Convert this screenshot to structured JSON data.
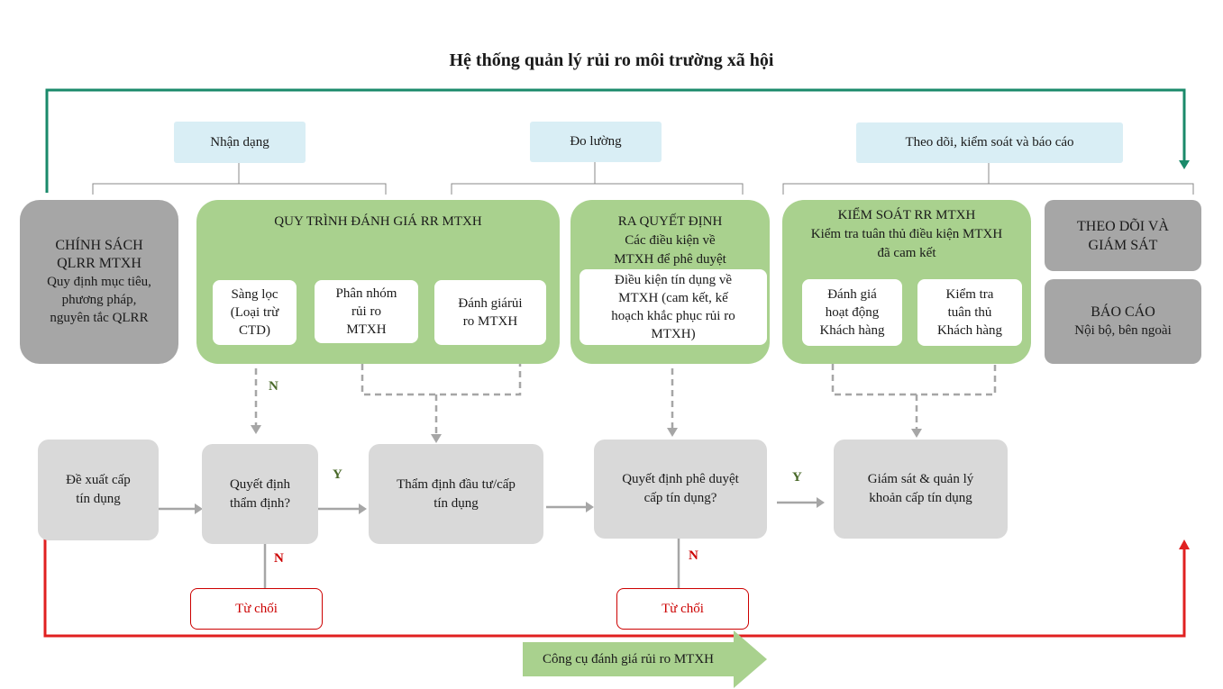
{
  "title": "Hệ thống quản lý rủi ro môi trường xã hội",
  "headers": {
    "identify": "Nhận dạng",
    "measure": "Đo lường",
    "monitor": "Theo dõi, kiểm soát và báo cáo"
  },
  "policy": {
    "line1": "CHÍNH SÁCH",
    "line2": "QLRR MTXH",
    "line3": "Quy định mục tiêu,",
    "line4": "phương pháp,",
    "line5": "nguyên tắc QLRR"
  },
  "assessment": {
    "title": "QUY TRÌNH ĐÁNH GIÁ RR MTXH",
    "screening": [
      "Sàng lọc",
      "(Loại trừ",
      "CTD)"
    ],
    "grouping": [
      "Phân nhóm",
      "rủi ro",
      "MTXH"
    ],
    "evaluate": [
      "Đánh giárủi",
      "ro MTXH"
    ]
  },
  "decision": {
    "title1": "RA QUYẾT ĐỊNH",
    "title2": "Các điều kiện về",
    "title3": "MTXH để phê duyệt",
    "conditions": [
      "Điều kiện tín dụng về",
      "MTXH (cam kết, kế",
      "hoạch khắc phục rủi ro",
      "MTXH)"
    ]
  },
  "control": {
    "title1": "KIỂM SOÁT RR MTXH",
    "title2": "Kiểm tra tuân thủ điều kiện MTXH",
    "title3": "đã cam kết",
    "evaluate_activity": [
      "Đánh giá",
      "hoạt động",
      "Khách hàng"
    ],
    "check_compliance": [
      "Kiểm tra",
      "tuân thủ",
      "Khách hàng"
    ]
  },
  "monitoring": {
    "line1": "THEO DÕI VÀ",
    "line2": "GIÁM SÁT"
  },
  "reporting": {
    "line1": "BÁO CÁO",
    "line2": "Nội bộ, bên ngoài"
  },
  "flow": {
    "proposal": [
      "Đề xuất cấp",
      "tín dụng"
    ],
    "appraise_decision": [
      "Quyết định",
      "thẩm định?"
    ],
    "appraisal": [
      "Thẩm định đầu tư/cấp",
      "tín dụng"
    ],
    "approve_decision": [
      "Quyết định phê duyệt",
      "cấp tín dụng?"
    ],
    "supervise": [
      "Giám sát & quản lý",
      "khoản cấp tín dụng"
    ],
    "reject": "Từ chối"
  },
  "labels": {
    "yes": "Y",
    "no": "N"
  },
  "tool": "Công cụ đánh giá rủi ro MTXH",
  "colors": {
    "green_arrow": "#1a8a6a",
    "red_line": "#e02020",
    "green_box": "#a9d18e",
    "header_fill": "#d9eef5",
    "yes_color": "#4a6a2a",
    "no_color": "#cc0000",
    "no_top_color": "#4a6a2a"
  }
}
